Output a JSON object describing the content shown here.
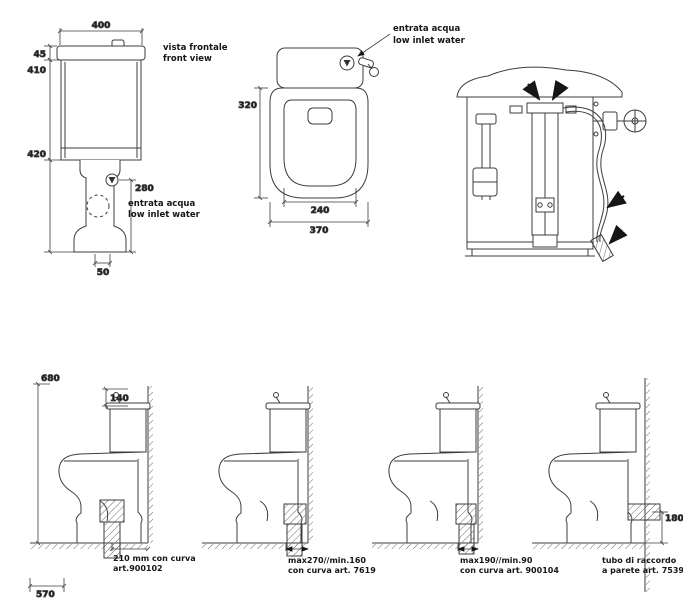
{
  "front_view": {
    "title_line1": "vista frontale",
    "title_line2": "front view",
    "inlet_line1": "entrata acqua",
    "inlet_line2": "low inlet water",
    "dim_width": "400",
    "dim_lid": "45",
    "dim_tank_height": "410",
    "dim_bowl_height": "420",
    "dim_inlet_height": "280",
    "dim_outlet_width": "50"
  },
  "top_view": {
    "inlet_line1": "entrata acqua",
    "inlet_line2": "low inlet water",
    "dim_depth": "320",
    "dim_seat_width": "240",
    "dim_total_width": "370"
  },
  "installations": [
    {
      "dim_total_height": "680",
      "dim_inlet_offset": "140",
      "dim_total_depth": "570",
      "caption_line1": "210 mm con curva",
      "caption_line2": "art.900102"
    },
    {
      "caption_line1": "max270//min.160",
      "caption_line2": "con curva art. 7619"
    },
    {
      "caption_line1": "max190//min.90",
      "caption_line2": "con curva art. 900104"
    },
    {
      "caption_line1": "tubo di raccordo",
      "caption_line2": "a parete art. 7539",
      "dim_outlet_height": "180"
    }
  ]
}
